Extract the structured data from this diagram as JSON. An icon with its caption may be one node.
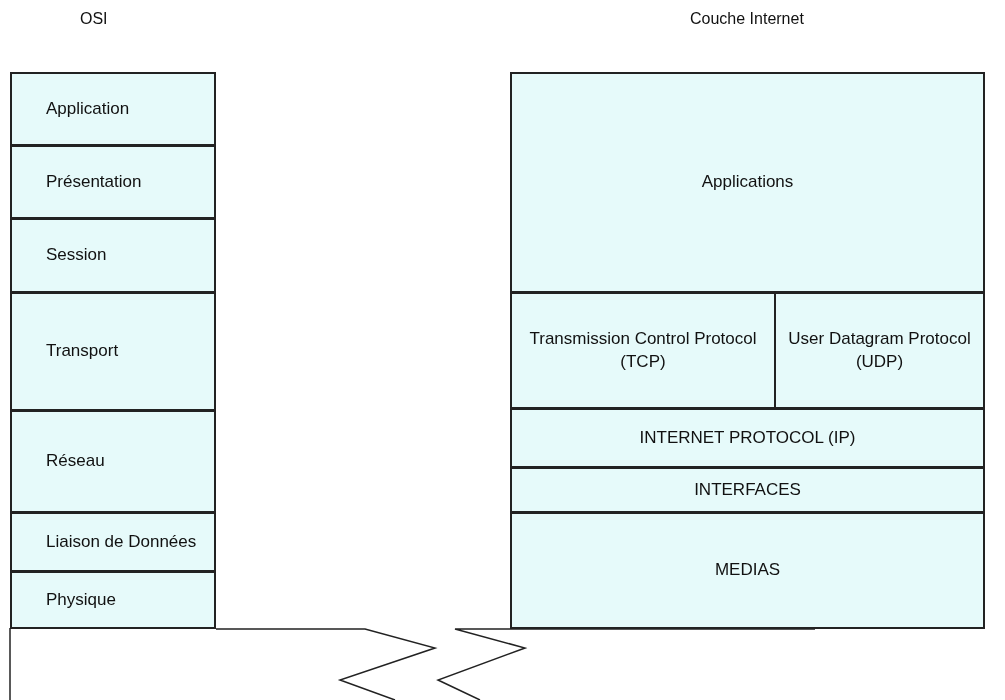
{
  "diagram": {
    "nodes": [
      {
        "text": [
          "Application"
        ]
      },
      {
        "text": [
          "Présentation"
        ]
      },
      {
        "text": [
          "Session"
        ]
      },
      {
        "text": [
          "Transport"
        ]
      },
      {
        "text": [
          "Réseau"
        ]
      },
      {
        "text": [
          "Liaison de Données"
        ]
      },
      {
        "text": [
          "Physique"
        ]
      },
      {
        "text": [
          "Applications"
        ]
      },
      {
        "text": [
          "Transmission Control Protocol (TCP)"
        ]
      },
      {
        "text": [
          "User Datagram Protocol (UDP)"
        ]
      },
      {
        "text": [
          "INTERNET PROTOCOL (IP)"
        ]
      },
      {
        "text": [
          "INTERFACES"
        ]
      },
      {
        "text": [
          "MEDIAS"
        ]
      }
    ],
    "edges": [],
    "labels": [
      "OSI",
      "Couche Internet"
    ]
  }
}
